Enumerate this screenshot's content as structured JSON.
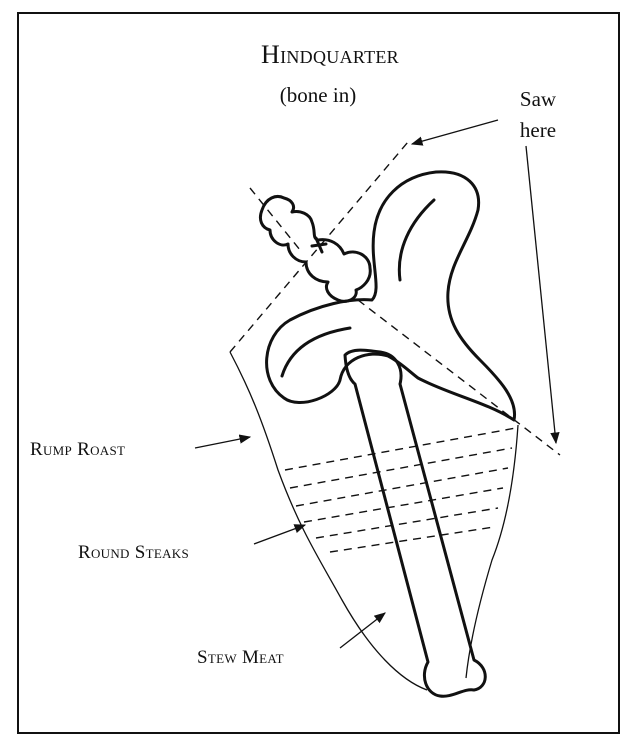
{
  "diagram": {
    "title": "Hindquarter",
    "subtitle": "(bone in)",
    "saw_note_line1": "Saw",
    "saw_note_line2": "here",
    "labels": {
      "rump_roast": "Rump Roast",
      "round_steaks": "Round Steaks",
      "stew_meat": "Stew Meat"
    }
  }
}
